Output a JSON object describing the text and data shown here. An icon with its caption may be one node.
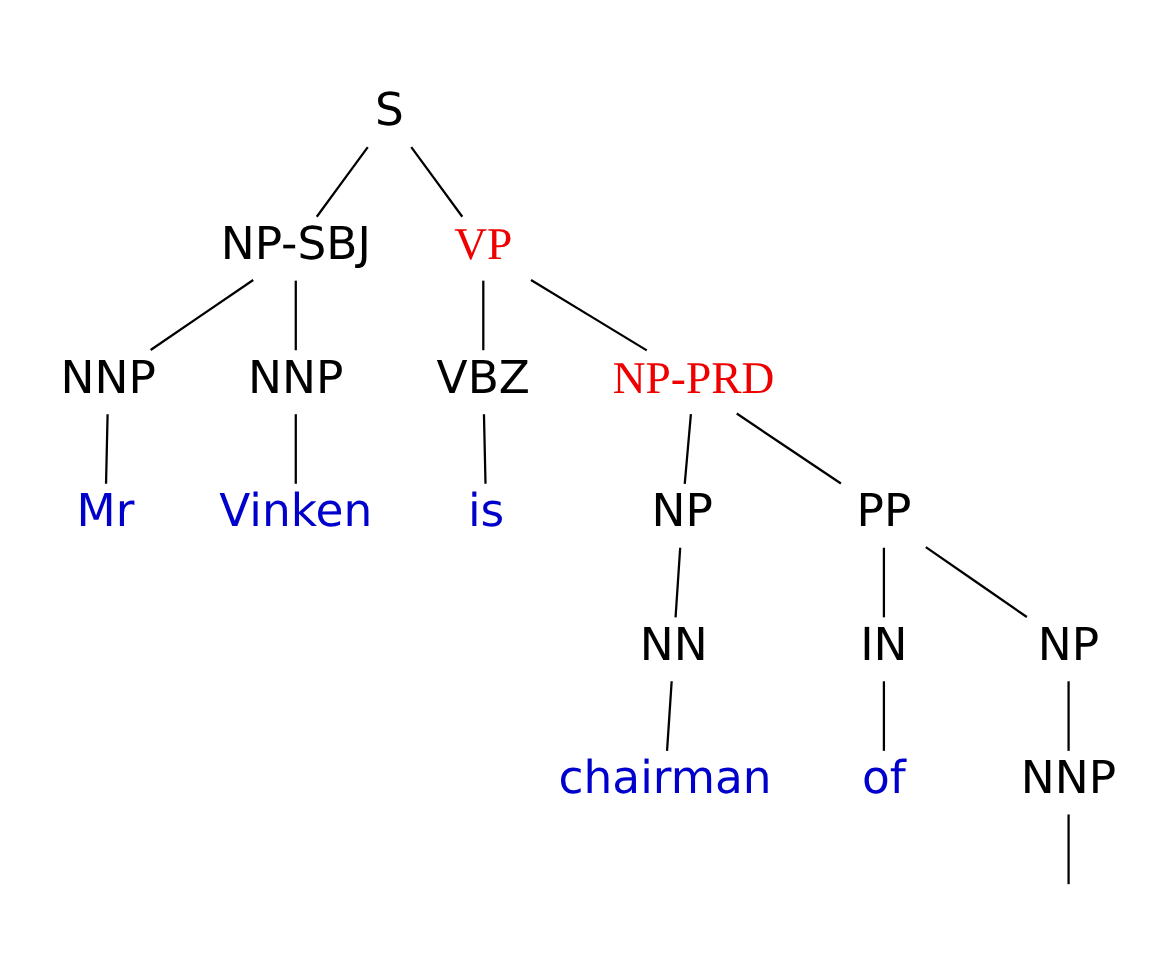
{
  "diagram": {
    "nodes": [
      {
        "text": [
          "S"
        ]
      },
      {
        "text": [
          "NP-SBJ"
        ]
      },
      {
        "text": [
          "VP"
        ]
      },
      {
        "text": [
          "NNP"
        ]
      },
      {
        "text": [
          "NNP"
        ]
      },
      {
        "text": [
          "VBZ"
        ]
      },
      {
        "text": [
          "NP-PRD"
        ]
      },
      {
        "text": [
          "Mr"
        ]
      },
      {
        "text": [
          "Vinken"
        ]
      },
      {
        "text": [
          "is"
        ]
      },
      {
        "text": [
          "NP"
        ]
      },
      {
        "text": [
          "PP"
        ]
      },
      {
        "text": [
          "NN"
        ]
      },
      {
        "text": [
          "IN"
        ]
      },
      {
        "text": [
          "NP"
        ]
      },
      {
        "text": [
          "chairman"
        ]
      },
      {
        "text": [
          "of"
        ]
      },
      {
        "text": [
          "NNP"
        ]
      }
    ],
    "edges": [
      {
        "from": 0,
        "to": 1,
        "arrow": "none"
      },
      {
        "from": 0,
        "to": 2,
        "arrow": "none"
      },
      {
        "from": 1,
        "to": 3,
        "arrow": "none"
      },
      {
        "from": 1,
        "to": 4,
        "arrow": "none"
      },
      {
        "from": 2,
        "to": 5,
        "arrow": "none"
      },
      {
        "from": 2,
        "to": 6,
        "arrow": "none"
      },
      {
        "from": 3,
        "to": 7,
        "arrow": "none"
      },
      {
        "from": 4,
        "to": 8,
        "arrow": "none"
      },
      {
        "from": 5,
        "to": 9,
        "arrow": "none"
      },
      {
        "from": 6,
        "to": 10,
        "arrow": "none"
      },
      {
        "from": 6,
        "to": 11,
        "arrow": "none"
      },
      {
        "from": 10,
        "to": 12,
        "arrow": "none"
      },
      {
        "from": 11,
        "to": 13,
        "arrow": "none"
      },
      {
        "from": 11,
        "to": 14,
        "arrow": "none"
      },
      {
        "from": 12,
        "to": 15,
        "arrow": "none"
      },
      {
        "from": 13,
        "to": 16,
        "arrow": "none"
      },
      {
        "from": 14,
        "to": 17,
        "arrow": "none"
      },
      {
        "from": 17,
        "to": null,
        "arrow": "none"
      }
    ]
  }
}
